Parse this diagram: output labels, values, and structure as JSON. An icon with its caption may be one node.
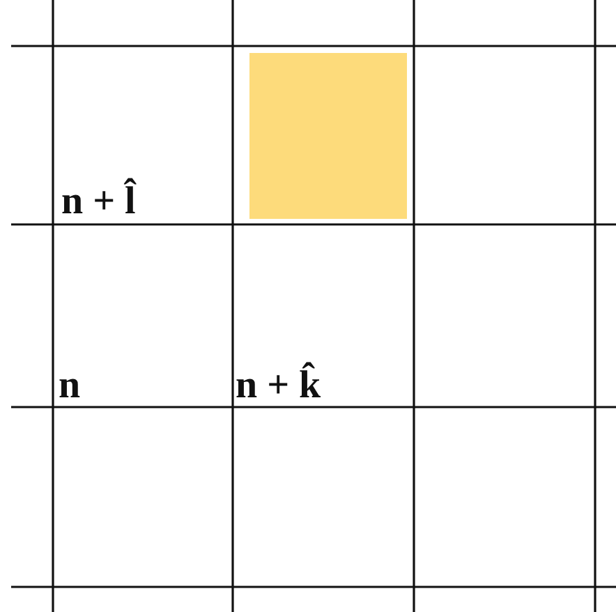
{
  "diagram": {
    "labels": [
      "n + l̂",
      "n",
      "n + k̂"
    ]
  }
}
